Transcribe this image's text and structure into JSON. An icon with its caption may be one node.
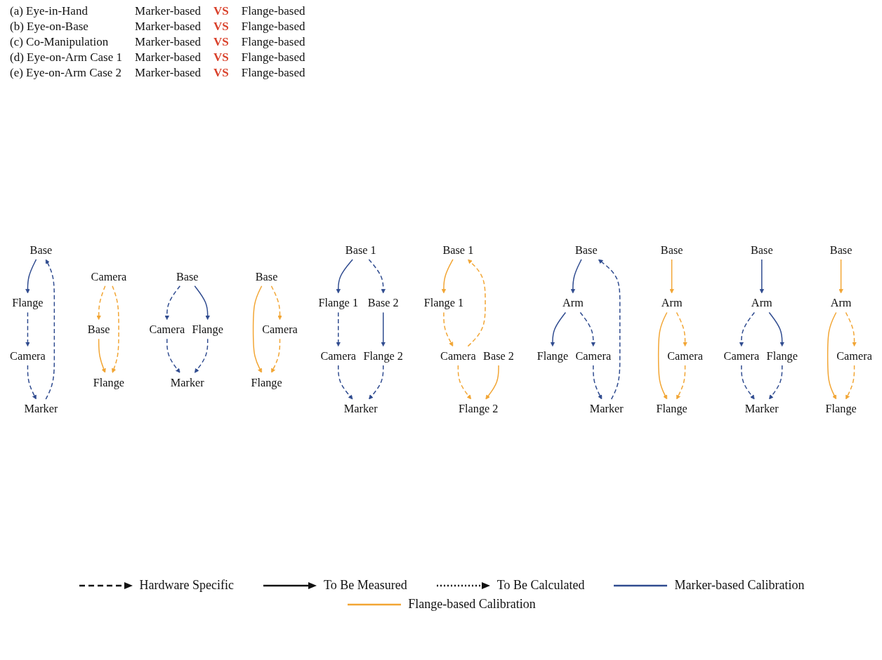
{
  "diagram": {
    "nodes": [
      {
        "text": [
          "Base"
        ]
      },
      {
        "text": [
          "Camera"
        ]
      },
      {
        "text": [
          "Flange"
        ]
      },
      {
        "text": [
          "Marker"
        ]
      },
      {
        "text": [
          "Base"
        ]
      },
      {
        "text": [
          "Camera"
        ]
      },
      {
        "text": [
          "Flange"
        ]
      },
      {
        "text": [
          "Base"
        ]
      },
      {
        "text": [
          "Camera"
        ]
      },
      {
        "text": [
          "Flange"
        ]
      },
      {
        "text": [
          "Marker"
        ]
      },
      {
        "text": [
          "Base"
        ]
      },
      {
        "text": [
          "Camera"
        ]
      },
      {
        "text": [
          "Flange"
        ]
      },
      {
        "text": [
          "Base 1"
        ]
      },
      {
        "text": [
          "Camera"
        ]
      },
      {
        "text": [
          "Base 2"
        ]
      },
      {
        "text": [
          "Flange 1"
        ]
      },
      {
        "text": [
          "Marker"
        ]
      },
      {
        "text": [
          "Flange 2"
        ]
      },
      {
        "text": [
          "Base 1"
        ]
      },
      {
        "text": [
          "Camera"
        ]
      },
      {
        "text": [
          "Base 2"
        ]
      },
      {
        "text": [
          "Flange 1"
        ]
      },
      {
        "text": [
          "Flange 2"
        ]
      },
      {
        "text": [
          "Base"
        ]
      },
      {
        "text": [
          "Camera"
        ]
      },
      {
        "text": [
          "Arm"
        ]
      },
      {
        "text": [
          "Flange"
        ]
      },
      {
        "text": [
          "Marker"
        ]
      },
      {
        "text": [
          "Base"
        ]
      },
      {
        "text": [
          "Camera"
        ]
      },
      {
        "text": [
          "Arm"
        ]
      },
      {
        "text": [
          "Flange"
        ]
      },
      {
        "text": [
          "Base"
        ]
      },
      {
        "text": [
          "Camera"
        ]
      },
      {
        "text": [
          "Arm"
        ]
      },
      {
        "text": [
          "Flange"
        ]
      },
      {
        "text": [
          "Marker"
        ]
      },
      {
        "text": [
          "Base"
        ]
      },
      {
        "text": [
          "Camera"
        ]
      },
      {
        "text": [
          "Arm"
        ]
      },
      {
        "text": [
          "Flange"
        ]
      }
    ],
    "edges": [
      {
        "from": 0,
        "to": 2,
        "arrow": "to",
        "color": "#2f4b8f"
      },
      {
        "from": 1,
        "to": 3,
        "arrow": "to",
        "style": "dashed",
        "color": "#2f4b8f"
      },
      {
        "from": 3,
        "to": 0,
        "arrow": "to",
        "style": "dashed",
        "color": "#2f4b8f"
      },
      {
        "from": 2,
        "to": 1,
        "arrow": "to",
        "style": "dashed",
        "color": "#2f4b8f"
      },
      {
        "from": 5,
        "to": 4,
        "arrow": "to",
        "style": "dashed",
        "color": "#f2a533"
      },
      {
        "from": 4,
        "to": 6,
        "arrow": "to",
        "color": "#f2a533"
      },
      {
        "from": 5,
        "to": 6,
        "arrow": "to",
        "style": "dashed",
        "color": "#f2a533"
      },
      {
        "from": 7,
        "to": 8,
        "arrow": "to",
        "style": "dashed",
        "color": "#2f4b8f"
      },
      {
        "from": 7,
        "to": 9,
        "arrow": "to",
        "color": "#2f4b8f"
      },
      {
        "from": 8,
        "to": 10,
        "arrow": "to",
        "style": "dashed",
        "color": "#2f4b8f"
      },
      {
        "from": 9,
        "to": 10,
        "arrow": "to",
        "style": "dashed",
        "color": "#2f4b8f"
      },
      {
        "from": 11,
        "to": 12,
        "arrow": "to",
        "style": "dashed",
        "color": "#f2a533"
      },
      {
        "from": 11,
        "to": 13,
        "arrow": "to",
        "color": "#f2a533"
      },
      {
        "from": 12,
        "to": 13,
        "arrow": "to",
        "style": "dashed",
        "color": "#f2a533"
      },
      {
        "from": 14,
        "to": 16,
        "arrow": "to",
        "style": "dashed",
        "color": "#2f4b8f"
      },
      {
        "from": 14,
        "to": 17,
        "arrow": "to",
        "color": "#2f4b8f"
      },
      {
        "from": 17,
        "to": 15,
        "arrow": "to",
        "style": "dashed",
        "color": "#2f4b8f"
      },
      {
        "from": 15,
        "to": 18,
        "arrow": "to",
        "style": "dashed",
        "color": "#2f4b8f"
      },
      {
        "from": 16,
        "to": 19,
        "arrow": "to",
        "color": "#2f4b8f"
      },
      {
        "from": 19,
        "to": 18,
        "arrow": "to",
        "style": "dashed",
        "color": "#2f4b8f"
      },
      {
        "from": 21,
        "to": 20,
        "arrow": "to",
        "style": "dashed",
        "color": "#f2a533"
      },
      {
        "from": 20,
        "to": 23,
        "arrow": "to",
        "color": "#f2a533"
      },
      {
        "from": 23,
        "to": 21,
        "arrow": "to",
        "style": "dashed",
        "color": "#f2a533"
      },
      {
        "from": 21,
        "to": 24,
        "arrow": "to",
        "style": "dashed",
        "color": "#f2a533"
      },
      {
        "from": 22,
        "to": 24,
        "arrow": "to",
        "color": "#f2a533"
      },
      {
        "from": 25,
        "to": 27,
        "arrow": "to",
        "color": "#2f4b8f"
      },
      {
        "from": 27,
        "to": 28,
        "arrow": "to",
        "color": "#2f4b8f"
      },
      {
        "from": 27,
        "to": 26,
        "arrow": "to",
        "style": "dashed",
        "color": "#2f4b8f"
      },
      {
        "from": 29,
        "to": 25,
        "arrow": "to",
        "style": "dashed",
        "color": "#2f4b8f"
      },
      {
        "from": 26,
        "to": 29,
        "arrow": "to",
        "style": "dashed",
        "color": "#2f4b8f"
      },
      {
        "from": 30,
        "to": 32,
        "arrow": "to",
        "color": "#f2a533"
      },
      {
        "from": 32,
        "to": 33,
        "arrow": "to",
        "color": "#f2a533"
      },
      {
        "from": 32,
        "to": 31,
        "arrow": "to",
        "style": "dashed",
        "color": "#f2a533"
      },
      {
        "from": 31,
        "to": 33,
        "arrow": "to",
        "style": "dashed",
        "color": "#f2a533"
      },
      {
        "from": 34,
        "to": 36,
        "arrow": "to",
        "color": "#2f4b8f"
      },
      {
        "from": 36,
        "to": 37,
        "arrow": "to",
        "color": "#2f4b8f"
      },
      {
        "from": 36,
        "to": 35,
        "arrow": "to",
        "style": "dashed",
        "color": "#2f4b8f"
      },
      {
        "from": 35,
        "to": 38,
        "arrow": "to",
        "style": "dashed",
        "color": "#2f4b8f"
      },
      {
        "from": 37,
        "to": 38,
        "arrow": "to",
        "style": "dashed",
        "color": "#2f4b8f"
      },
      {
        "from": 39,
        "to": 41,
        "arrow": "to",
        "color": "#f2a533"
      },
      {
        "from": 41,
        "to": 42,
        "arrow": "to",
        "color": "#f2a533"
      },
      {
        "from": 41,
        "to": 40,
        "arrow": "to",
        "style": "dashed",
        "color": "#f2a533"
      },
      {
        "from": 40,
        "to": 42,
        "arrow": "to",
        "style": "dashed",
        "color": "#f2a533"
      }
    ],
    "labels": [
      "(a) Eye-in-Hand",
      "Marker-based",
      "VS",
      "Flange-based",
      "(b) Eye-on-Base",
      "Marker-based",
      "VS",
      "Flange-based",
      "(c) Co-Manipulation",
      "Marker-based",
      "VS",
      "Flange-based",
      "(d) Eye-on-Arm Case 1",
      "Marker-based",
      "VS",
      "Flange-based",
      "(e) Eye-on-Arm Case 2",
      "Marker-based",
      "VS",
      "Flange-based"
    ],
    "legend": [
      {
        "text": "Hardware Specific"
      },
      {
        "text": "To Be Measured"
      },
      {
        "text": "To Be Calculated"
      },
      {
        "text": "Marker-based Calibration",
        "color": "#2f4b8f"
      },
      {
        "text": "Flange-based Calibration",
        "color": "#f2a533"
      }
    ]
  }
}
